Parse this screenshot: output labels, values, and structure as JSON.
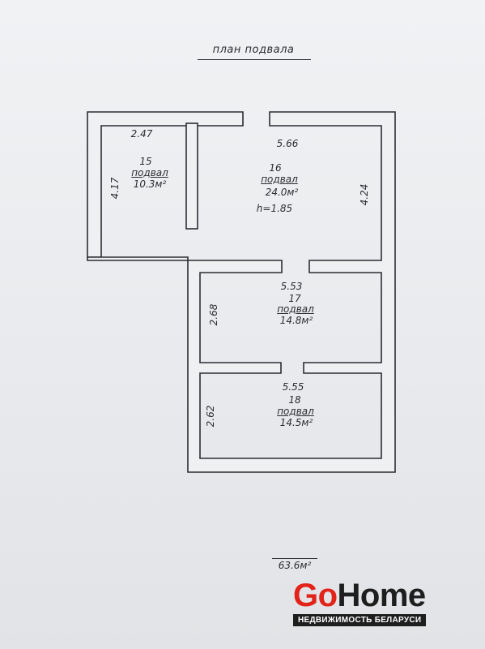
{
  "title": "план подвала",
  "rooms": [
    {
      "number": "15",
      "name": "подвал",
      "area": "10.3м²",
      "width": "2.47",
      "length": "4.17"
    },
    {
      "number": "16",
      "name": "подвал",
      "area": "24.0м²",
      "width": "5.66",
      "length": "4.24",
      "height": "h=1.85"
    },
    {
      "number": "17",
      "name": "подвал",
      "area": "14.8м²",
      "width": "5.53",
      "length": "2.68"
    },
    {
      "number": "18",
      "name": "подвал",
      "area": "14.5м²",
      "width": "5.55",
      "length": "2.62"
    }
  ],
  "total_area": "63.6м²",
  "logo": {
    "go": "Go",
    "home": "Home",
    "tagline": "НЕДВИЖИМОСТЬ БЕЛАРУСИ",
    "go_color": "#e2231a",
    "home_color": "#1e1e1e"
  },
  "colors": {
    "ink": "#2b2d31",
    "paper": "#eceef1"
  }
}
